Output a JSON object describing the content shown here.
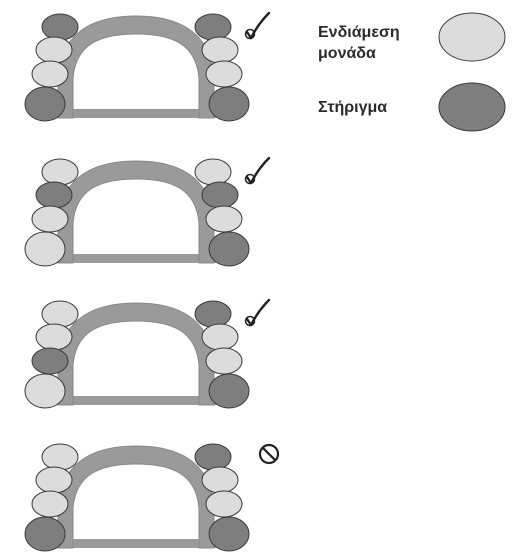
{
  "legend": {
    "pontic": {
      "label_line1": "Ενδιάμεση",
      "label_line2": "μονάδα",
      "color": "#dcdcdc"
    },
    "abutment": {
      "label": "Στήριγμα",
      "color": "#7e7e7e"
    }
  },
  "colors": {
    "arch": "#9a9a9a",
    "outline": "#3a3a3a",
    "background": "#ffffff"
  },
  "diagrams": [
    {
      "status": "allowed",
      "status_icon": "checkmark-icon",
      "teeth": [
        "abutment",
        "pontic",
        "pontic",
        "abutment",
        "abutment",
        "pontic",
        "pontic",
        "abutment"
      ]
    },
    {
      "status": "allowed",
      "status_icon": "checkmark-icon",
      "teeth": [
        "pontic",
        "abutment",
        "pontic",
        "pontic",
        "pontic",
        "abutment",
        "pontic",
        "abutment"
      ]
    },
    {
      "status": "allowed",
      "status_icon": "checkmark-icon",
      "teeth": [
        "pontic",
        "pontic",
        "abutment",
        "pontic",
        "abutment",
        "pontic",
        "pontic",
        "abutment"
      ]
    },
    {
      "status": "not-allowed",
      "status_icon": "prohibited-icon",
      "teeth": [
        "pontic",
        "pontic",
        "pontic",
        "abutment",
        "abutment",
        "pontic",
        "pontic",
        "abutment"
      ]
    }
  ]
}
